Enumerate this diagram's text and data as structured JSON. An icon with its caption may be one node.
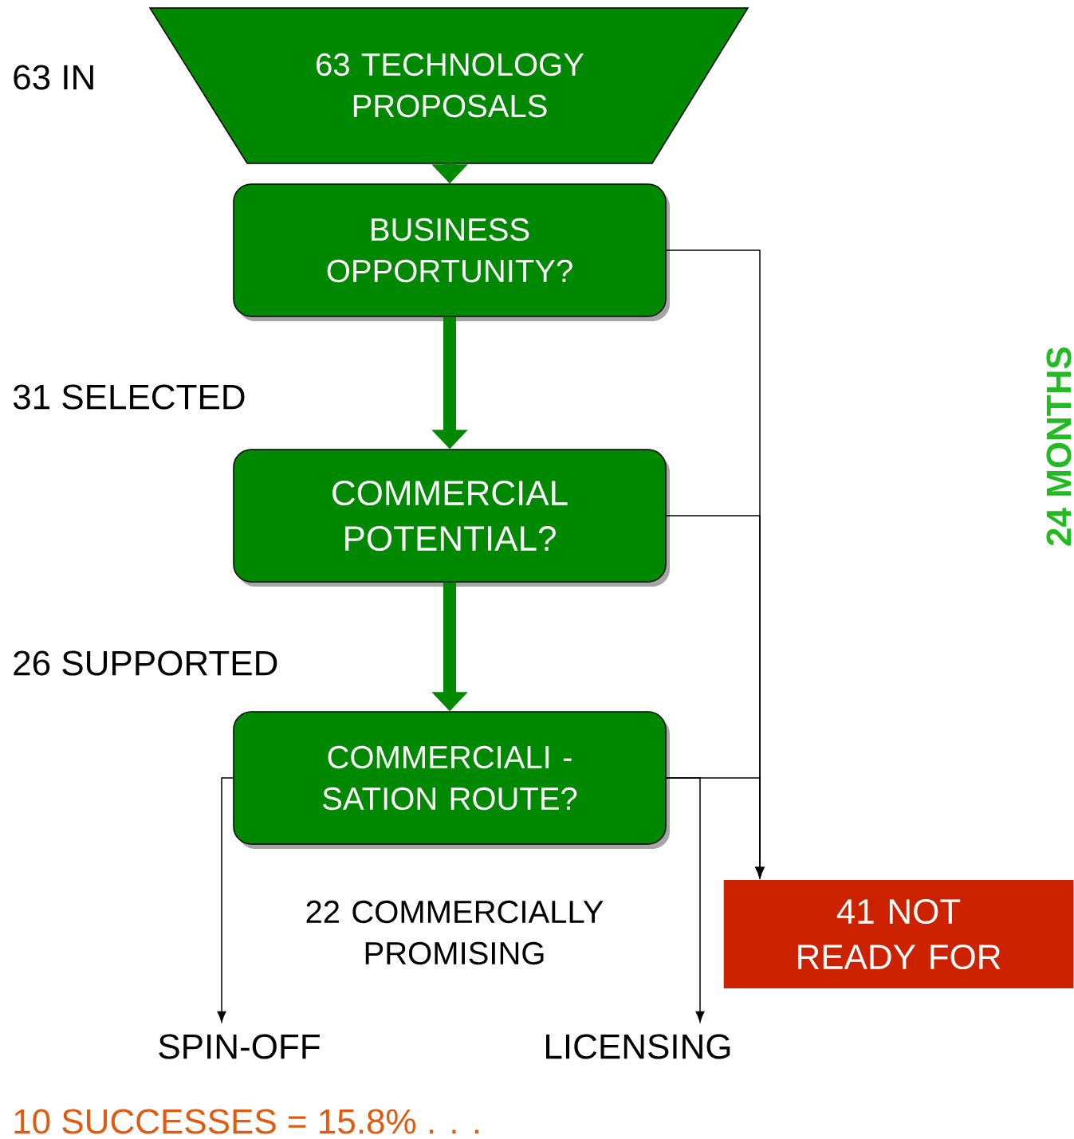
{
  "diagram": {
    "nodes": [
      {
        "text": [
          "63 TECHNOLOGY PROPOSALS"
        ]
      },
      {
        "text": [
          "BUSINESS OPPORTUNITY?"
        ]
      },
      {
        "text": [
          "COMMERCIAL POTENTIAL?"
        ]
      },
      {
        "text": [
          "COMMERCIALI -SATION ROUTE?"
        ]
      },
      {
        "text": [
          "41 NOT READY FOR"
        ]
      },
      {
        "text": [
          "SPIN-OFF"
        ]
      },
      {
        "text": [
          "LICENSING"
        ]
      }
    ],
    "edges": [
      {
        "from": 0,
        "to": 1,
        "arrow": "to",
        "style": "thick",
        "color": "#008800"
      },
      {
        "from": 1,
        "to": 2,
        "arrow": "to",
        "style": "thick",
        "color": "#008800"
      },
      {
        "from": 2,
        "to": 3,
        "arrow": "to",
        "style": "thick",
        "color": "#008800"
      },
      {
        "from": 1,
        "to": 4,
        "arrow": "to"
      },
      {
        "from": 2,
        "to": 4,
        "arrow": "to"
      },
      {
        "from": 3,
        "to": 4,
        "arrow": "to"
      },
      {
        "from": 3,
        "to": 5,
        "arrow": "to"
      },
      {
        "from": 3,
        "to": 6,
        "arrow": "to"
      }
    ],
    "labels": [
      "63 IN",
      "31 SELECTED",
      "26 SUPPORTED",
      "22 COMMERCIALLY PROMISING",
      "24 MONTHS",
      "10 SUCCESSES = 15.8% . . ."
    ]
  }
}
